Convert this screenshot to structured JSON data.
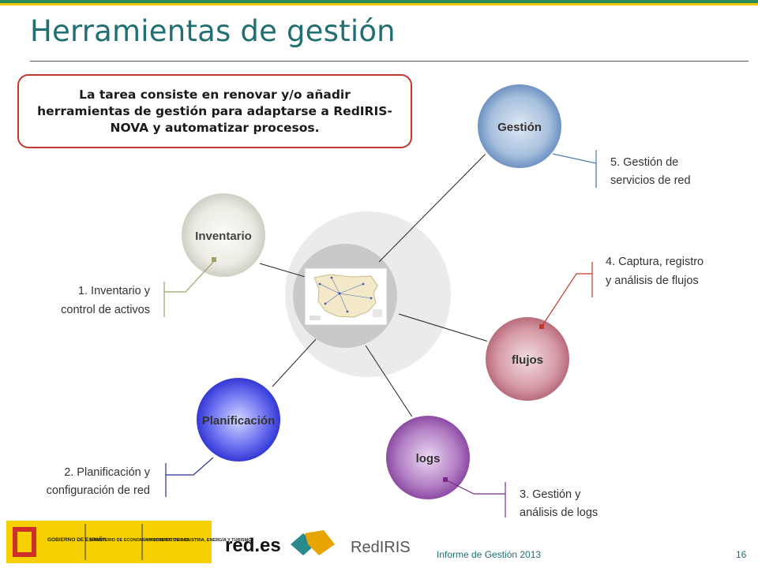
{
  "title": "Herramientas de gestión",
  "callout": "La tarea consiste en renovar y/o añadir herramientas de gestión para adaptarse a RedIRIS-NOVA y automatizar procesos.",
  "nodes": {
    "gestion": "Gestión",
    "inventario": "Inventario",
    "flujos": "flujos",
    "planificacion": "Planificación",
    "logs": "logs"
  },
  "labels": {
    "l1": [
      "1. Inventario y",
      "control de activos"
    ],
    "l2": [
      "2. Planificación y",
      "configuración de red"
    ],
    "l3": [
      "3. Gestión y",
      "análisis de logs"
    ],
    "l4": [
      "4. Captura, registro",
      "y análisis de flujos"
    ],
    "l5": [
      "5. Gestión de",
      "servicios de red"
    ]
  },
  "colors": {
    "gestion": "#7ea3cf",
    "inventario": "#e4e4dc",
    "flujos": "#c97f8c",
    "planificacion": "#4a4fe0",
    "logs": "#a262b6",
    "accent_red": "#c0392b",
    "title": "#1f6f73"
  },
  "footer": {
    "report": "Informe de Gestión 2013",
    "page": "16",
    "logo_gov_1": "GOBIERNO DE ESPAÑA",
    "logo_gov_2": "MINISTERIO DE ECONOMÍA Y COMPETITIVIDAD",
    "logo_gov_3": "MINISTERIO DE INDUSTRIA, ENERGÍA Y TURISMO",
    "logo_redes": "red.es",
    "logo_rediris": "RedIRIS"
  }
}
